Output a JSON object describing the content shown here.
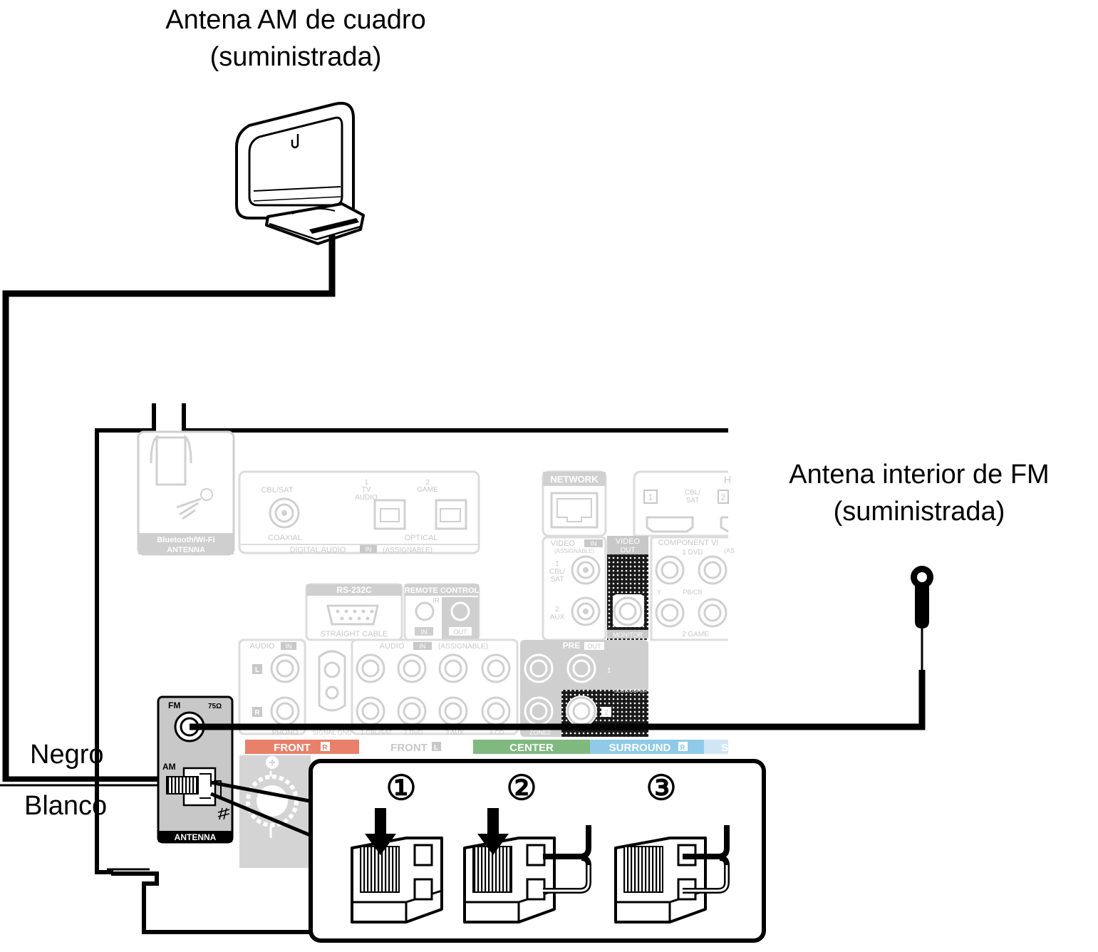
{
  "labels": {
    "am_antenna": [
      "Antena AM de cuadro",
      "(suministrada)"
    ],
    "fm_antenna": [
      "Antena interior de FM",
      "(suministrada)"
    ],
    "wire_black": "Negro",
    "wire_white": "Blanco"
  },
  "panel": {
    "bt_antenna": [
      "Bluetooth/Wi-Fi",
      "ANTENNA"
    ],
    "digital_audio": {
      "cbl_sat": "CBL/SAT",
      "tv_audio": [
        "1",
        "TV",
        "AUDIO"
      ],
      "game": [
        "2",
        "GAME"
      ],
      "coaxial": "COAXIAL",
      "optical": "OPTICAL",
      "footer": "DIGITAL AUDIO",
      "in_tag": "IN",
      "assignable": "(ASSIGNABLE)"
    },
    "network": "NETWORK",
    "hdmi": {
      "h": "H",
      "n1": "1",
      "n2": "2",
      "cbl_sat": [
        "CBL/",
        "SAT"
      ]
    },
    "video": {
      "title": "VIDEO",
      "in_tag": "IN",
      "assignable": "(ASSIGNABLE)",
      "in1": [
        "1",
        "CBL/",
        "SAT"
      ],
      "in2": [
        "2",
        "AUX"
      ],
      "out_title": [
        "VIDEO",
        "OUT"
      ],
      "monitor": "MONITOR"
    },
    "component": {
      "title": "COMPONENT VI",
      "dvd": "1 DVD",
      "as": "(AS",
      "y": "Y",
      "pb": "PB/CB",
      "game": "2 GAME"
    },
    "rs232c": {
      "title": "RS-232C",
      "cable": "STRAIGHT CABLE"
    },
    "remote": {
      "title": "REMOTE CONTROL",
      "ir": "IR",
      "in": "IN",
      "out": "OUT"
    },
    "audio_in": {
      "title": "AUDIO",
      "in_tag": "IN",
      "l": "L",
      "r": "R",
      "phono": "PHONO",
      "signal_gnd": "SIGNAL GND"
    },
    "audio_assign": {
      "title": "AUDIO",
      "in_tag": "IN",
      "assignable": "(ASSIGNABLE)",
      "cols": [
        "1 CBL/SAT",
        "2 DVD",
        "3 AUX",
        "4 CD"
      ]
    },
    "pre_out": {
      "title": "PRE",
      "out_tag": "OUT",
      "n1": "1",
      "subwoofer": "SUBWOOFER",
      "zone2": "ZONE2",
      "n2": "2"
    },
    "antenna": {
      "fm": "FM",
      "ohm": "75Ω",
      "am": "AM",
      "footer": "ANTENNA"
    },
    "speakers": [
      {
        "label": "FRONT",
        "tag": "R",
        "color": "#e8806a"
      },
      {
        "label": "FRONT",
        "tag": "L",
        "color": "#ffffff"
      },
      {
        "label": "CENTER",
        "tag": "",
        "color": "#7fb97f"
      },
      {
        "label": "SURROUND",
        "tag": "R",
        "color": "#8fcbe8"
      },
      {
        "label": "S",
        "tag": "",
        "color": "#cfe6f3"
      }
    ]
  },
  "steps": [
    "①",
    "②",
    "③"
  ],
  "colors": {
    "line": "#000000",
    "panel_gray": "#c8c8c8",
    "panel_light": "#e9e9e9"
  }
}
